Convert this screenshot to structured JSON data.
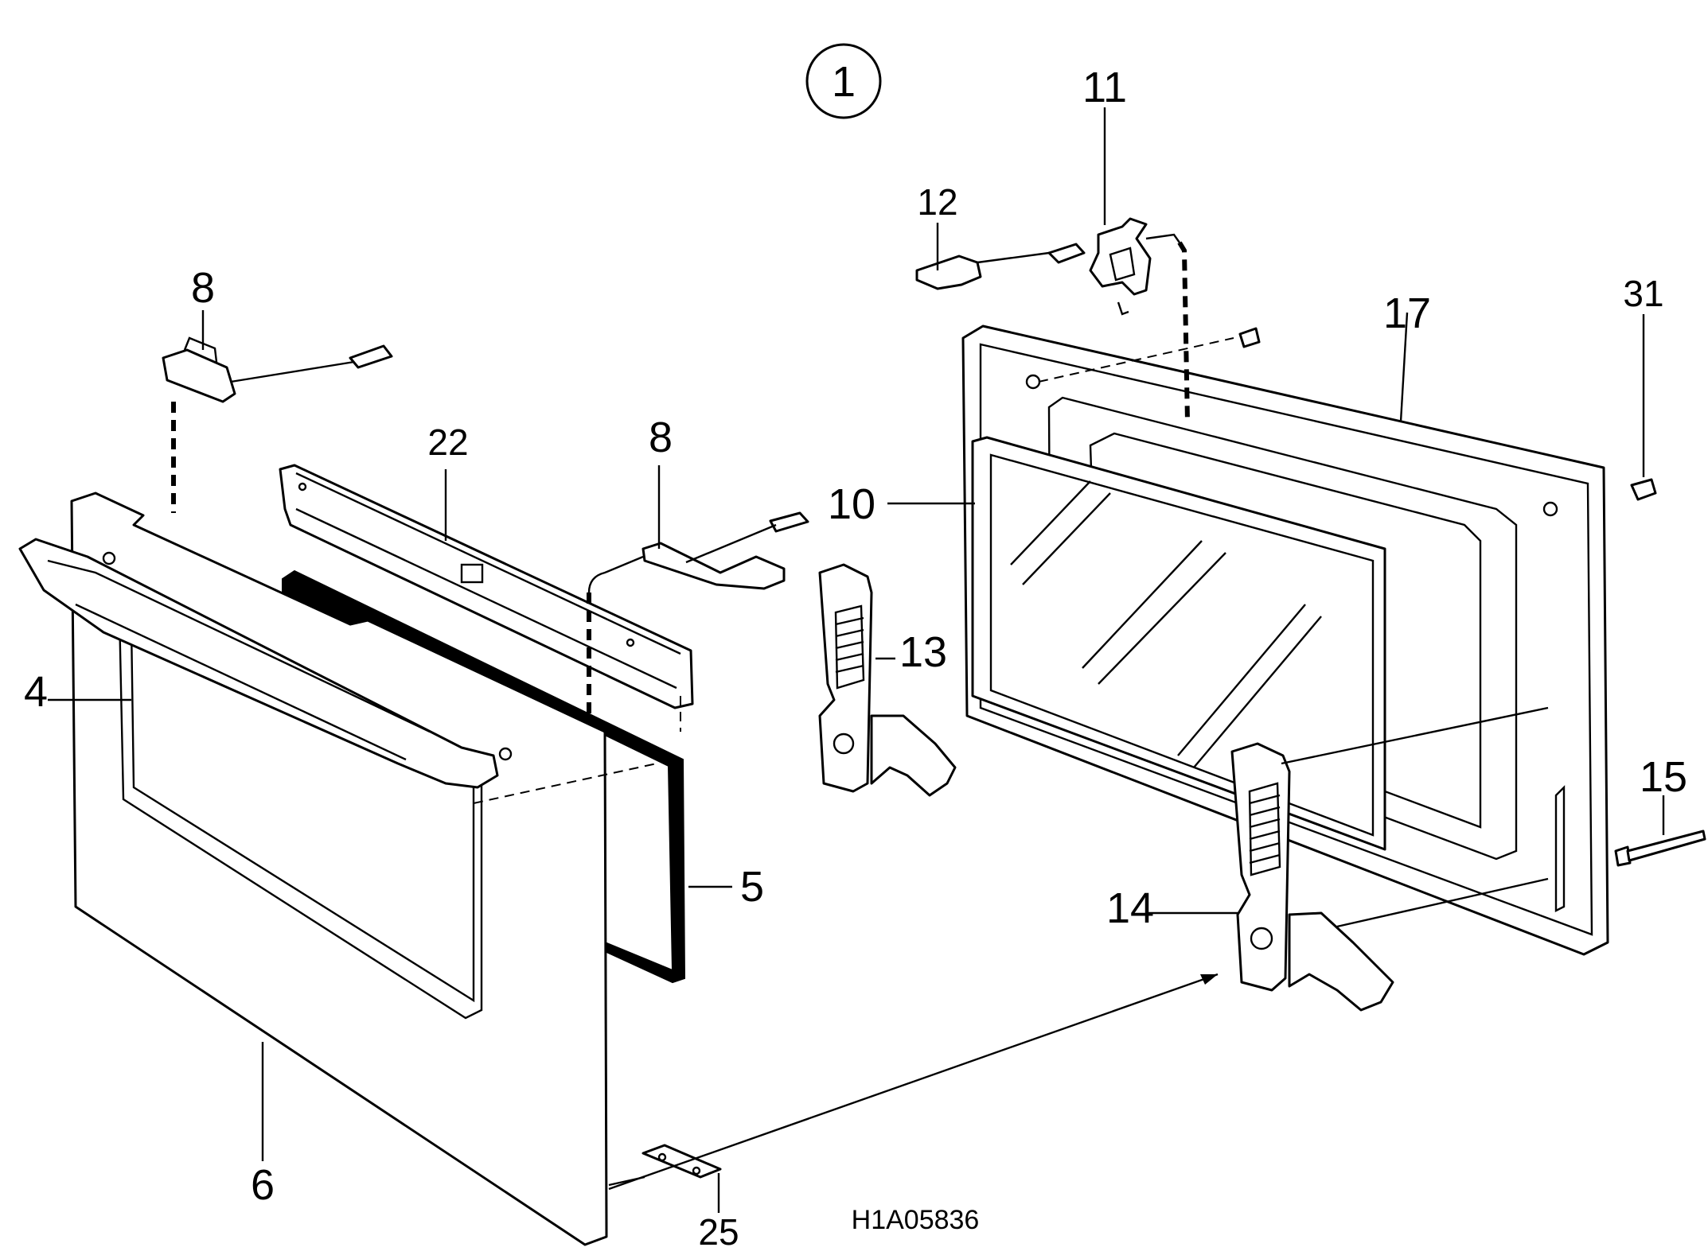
{
  "figure": {
    "group_number": "1",
    "drawing_code": "H1A05836"
  },
  "parts": {
    "p4": "4",
    "p5": "5",
    "p6": "6",
    "p8a": "8",
    "p8b": "8",
    "p10": "10",
    "p11": "11",
    "p12": "12",
    "p13": "13",
    "p14": "14",
    "p15": "15",
    "p17": "17",
    "p22": "22",
    "p25": "25",
    "p31": "31"
  }
}
